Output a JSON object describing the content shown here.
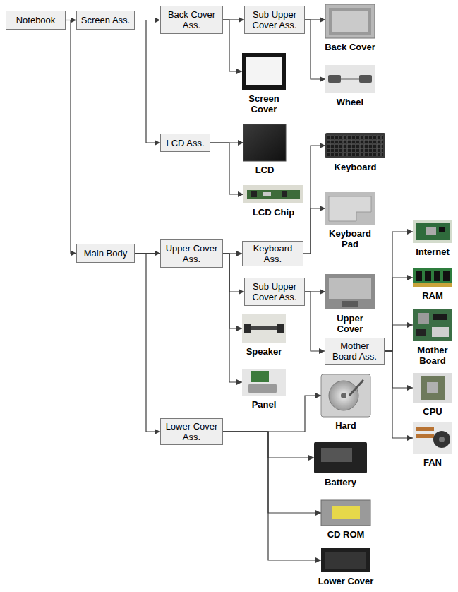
{
  "diagram": {
    "nodes": [
      {
        "text": [
          "Notebook"
        ]
      },
      {
        "text": [
          "Screen Ass."
        ]
      },
      {
        "text": [
          "Back Cover Ass."
        ]
      },
      {
        "text": [
          "Sub Upper Cover Ass."
        ]
      },
      {
        "text": [
          "Back Cover"
        ]
      },
      {
        "text": [
          "Wheel"
        ]
      },
      {
        "text": [
          "Screen Cover"
        ]
      },
      {
        "text": [
          "LCD Ass."
        ]
      },
      {
        "text": [
          "LCD"
        ]
      },
      {
        "text": [
          "LCD Chip"
        ]
      },
      {
        "text": [
          "Keyboard"
        ]
      },
      {
        "text": [
          "Keyboard Pad"
        ]
      },
      {
        "text": [
          "Main Body"
        ]
      },
      {
        "text": [
          "Upper Cover Ass."
        ]
      },
      {
        "text": [
          "Keyboard Ass."
        ]
      },
      {
        "text": [
          "Sub Upper Cover Ass."
        ]
      },
      {
        "text": [
          "Upper Cover"
        ]
      },
      {
        "text": [
          "Mother Board Ass."
        ]
      },
      {
        "text": [
          "Internet"
        ]
      },
      {
        "text": [
          "RAM"
        ]
      },
      {
        "text": [
          "Mother Board"
        ]
      },
      {
        "text": [
          "CPU"
        ]
      },
      {
        "text": [
          "FAN"
        ]
      },
      {
        "text": [
          "Speaker"
        ]
      },
      {
        "text": [
          "Panel"
        ]
      },
      {
        "text": [
          "Hard"
        ]
      },
      {
        "text": [
          "Lower Cover Ass."
        ]
      },
      {
        "text": [
          "Battery"
        ]
      },
      {
        "text": [
          "CD ROM"
        ]
      },
      {
        "text": [
          "Lower Cover"
        ]
      }
    ],
    "edges": [
      {
        "from": 0,
        "to": 1,
        "arrow": "to"
      },
      {
        "from": 0,
        "to": 12,
        "arrow": "to"
      },
      {
        "from": 1,
        "to": 2,
        "arrow": "to"
      },
      {
        "from": 1,
        "to": 7,
        "arrow": "to"
      },
      {
        "from": 2,
        "to": 3,
        "arrow": "to"
      },
      {
        "from": 2,
        "to": 6,
        "arrow": "to"
      },
      {
        "from": 3,
        "to": 4,
        "arrow": "to"
      },
      {
        "from": 3,
        "to": 5,
        "arrow": "to"
      },
      {
        "from": 7,
        "to": 8,
        "arrow": "to"
      },
      {
        "from": 7,
        "to": 9,
        "arrow": "to"
      },
      {
        "from": 12,
        "to": 13,
        "arrow": "to"
      },
      {
        "from": 12,
        "to": 26,
        "arrow": "to"
      },
      {
        "from": 13,
        "to": 14,
        "arrow": "to"
      },
      {
        "from": 13,
        "to": 15,
        "arrow": "to"
      },
      {
        "from": 13,
        "to": 23,
        "arrow": "to"
      },
      {
        "from": 13,
        "to": 24,
        "arrow": "to"
      },
      {
        "from": 14,
        "to": 10,
        "arrow": "to"
      },
      {
        "from": 14,
        "to": 11,
        "arrow": "to"
      },
      {
        "from": 15,
        "to": 16,
        "arrow": "to"
      },
      {
        "from": 15,
        "to": 17,
        "arrow": "to"
      },
      {
        "from": 17,
        "to": 18,
        "arrow": "to"
      },
      {
        "from": 17,
        "to": 19,
        "arrow": "to"
      },
      {
        "from": 17,
        "to": 20,
        "arrow": "to"
      },
      {
        "from": 17,
        "to": 21,
        "arrow": "to"
      },
      {
        "from": 17,
        "to": 22,
        "arrow": "to"
      },
      {
        "from": 26,
        "to": 25,
        "arrow": "to"
      },
      {
        "from": 26,
        "to": 27,
        "arrow": "to"
      },
      {
        "from": 26,
        "to": 28,
        "arrow": "to"
      },
      {
        "from": 26,
        "to": 29,
        "arrow": "to"
      }
    ]
  }
}
